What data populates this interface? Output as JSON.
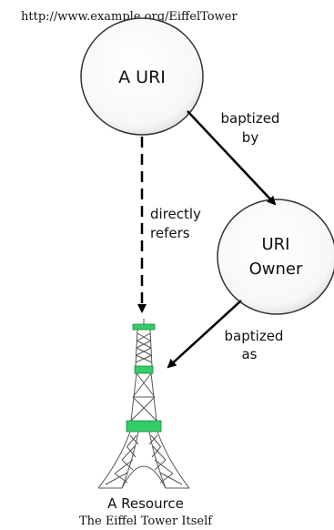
{
  "url": "http://www.example.org/EiffelTower",
  "nodes": {
    "uri": {
      "label": "A URI"
    },
    "owner": {
      "label_line1": "URI",
      "label_line2": "Owner"
    },
    "resource": {
      "label": "A Resource",
      "caption": "The Eiffel Tower Itself"
    }
  },
  "edges": {
    "baptized_by": {
      "line1": "baptized",
      "line2": "by"
    },
    "directly_refers": {
      "line1": "directly",
      "line2": "refers"
    },
    "baptized_as": {
      "line1": "baptized",
      "line2": "as"
    }
  },
  "colors": {
    "node_fill": "#ffffff",
    "node_stroke": "#333333",
    "arrow": "#000000",
    "tower_lattice": "#555555",
    "tower_band": "#33cc66"
  }
}
